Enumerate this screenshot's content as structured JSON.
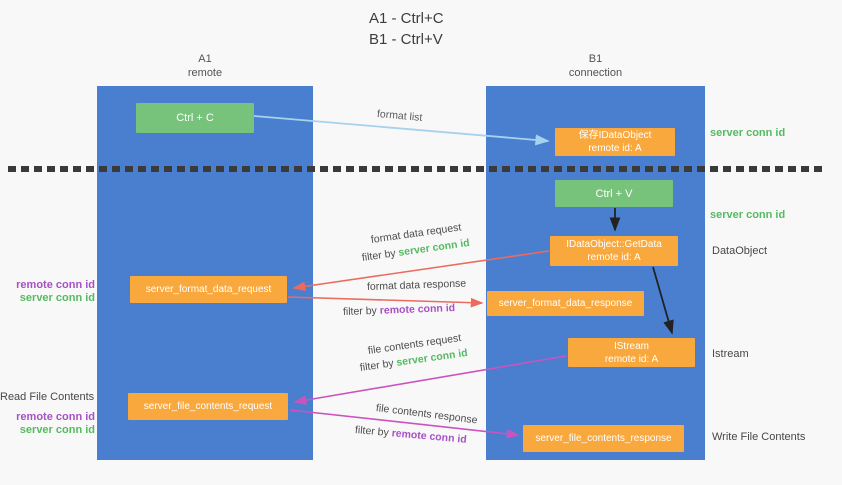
{
  "title": {
    "line1": "A1 - Ctrl+C",
    "line2": "B1 - Ctrl+V"
  },
  "lanes": {
    "a1": {
      "name": "A1",
      "subtitle": "remote"
    },
    "b1": {
      "name": "B1",
      "subtitle": "connection"
    }
  },
  "nodes": {
    "ctrl_c": {
      "label": "Ctrl + C"
    },
    "save_idataobject": {
      "line1": "保存IDataObject",
      "line2": "remote id: A"
    },
    "ctrl_v": {
      "label": "Ctrl + V"
    },
    "idataobject_getdata": {
      "line1": "IDataObject::GetData",
      "line2": "remote id: A"
    },
    "server_format_data_request": {
      "label": "server_format_data_request"
    },
    "server_format_data_response": {
      "label": "server_format_data_response"
    },
    "istream": {
      "line1": "IStream",
      "line2": "remote id: A"
    },
    "server_file_contents_request": {
      "label": "server_file_contents_request"
    },
    "server_file_contents_response": {
      "label": "server_file_contents_response"
    }
  },
  "edge_labels": {
    "format_list": "format list",
    "format_data_request": "format data request",
    "format_data_response": "format data response",
    "file_contents_request": "file contents request",
    "file_contents_response": "file contents response",
    "filter_by": "filter by",
    "server_conn_id": "server conn id",
    "remote_conn_id": "remote conn id"
  },
  "side_labels": {
    "right_server_conn_id_top": "server conn id",
    "right_server_conn_id_mid": "server conn id",
    "right_dataobject": "DataObject",
    "right_istream": "Istream",
    "right_write_file_contents": "Write File Contents",
    "left_remote_conn_id_top": "remote conn id",
    "left_server_conn_id_top": "server conn id",
    "left_read_file_contents": "Read File Contents",
    "left_remote_conn_id_bottom": "remote conn id",
    "left_server_conn_id_bottom": "server conn id"
  },
  "colors": {
    "lane_blue": "#4a7fd0",
    "box_green": "#77c37c",
    "box_orange": "#f8a83d",
    "text_green": "#55ba62",
    "text_purple": "#a751c5",
    "arrow_red": "#ec6a5e",
    "arrow_magenta": "#cc53be",
    "arrow_light_blue": "#a6d2ee",
    "arrow_black": "#222222"
  }
}
